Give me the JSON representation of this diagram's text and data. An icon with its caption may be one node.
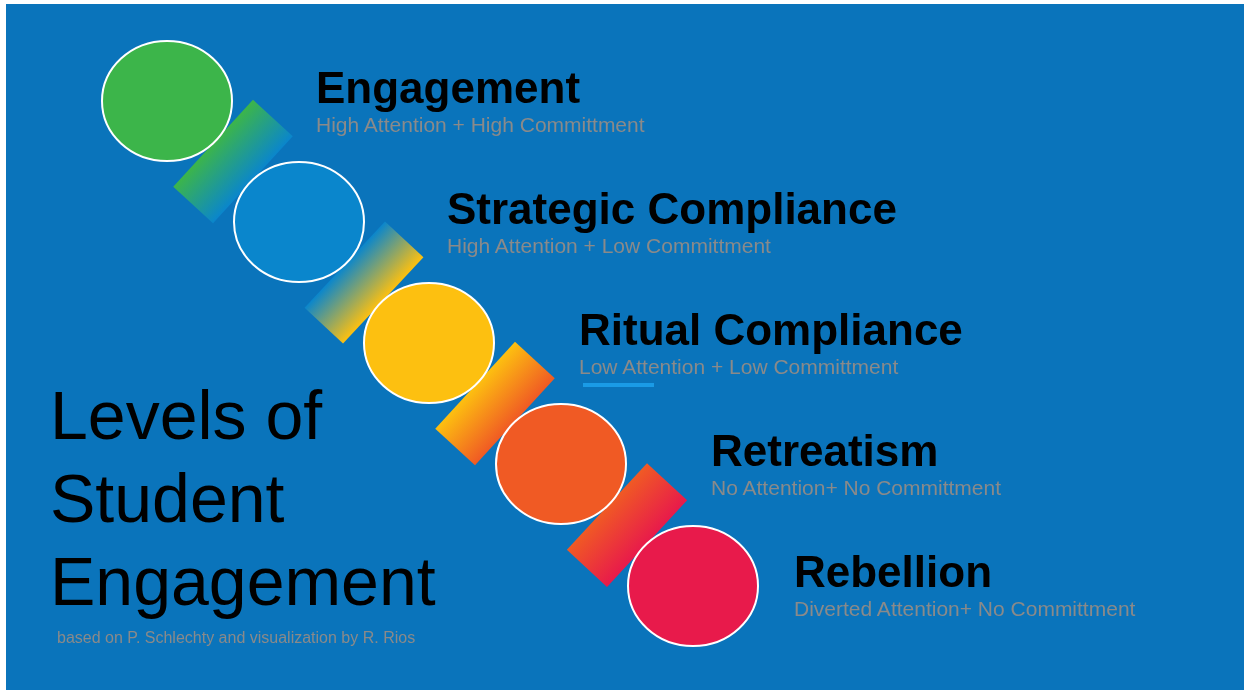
{
  "diagram": {
    "title": "Levels of Student Engagement",
    "caption": "based on P. Schlechty and visualization by R. Rios",
    "nodes": [
      {
        "text": [],
        "shape": "circle",
        "beside": [
          "Engagement",
          "High Attention + High Committment"
        ]
      },
      {
        "text": [],
        "shape": "circle",
        "beside": [
          "Strategic Compliance",
          "High Attention + Low Committment"
        ]
      },
      {
        "text": [],
        "shape": "circle",
        "beside": [
          "Ritual Compliance",
          "Low Attention + Low Committment"
        ]
      },
      {
        "text": [],
        "shape": "circle",
        "beside": [
          "Retreatism",
          "No Attention+ No Committment"
        ]
      },
      {
        "text": [],
        "shape": "circle",
        "beside": [
          "Rebellion",
          "Diverted Attention+ No Committment"
        ]
      }
    ],
    "edges": [
      {
        "from": 0,
        "to": 1,
        "arrow": "none",
        "style": "thick"
      },
      {
        "from": 1,
        "to": 2,
        "arrow": "none",
        "style": "thick"
      },
      {
        "from": 2,
        "to": 3,
        "arrow": "none",
        "style": "thick"
      },
      {
        "from": 3,
        "to": 4,
        "arrow": "none",
        "style": "thick"
      }
    ]
  }
}
